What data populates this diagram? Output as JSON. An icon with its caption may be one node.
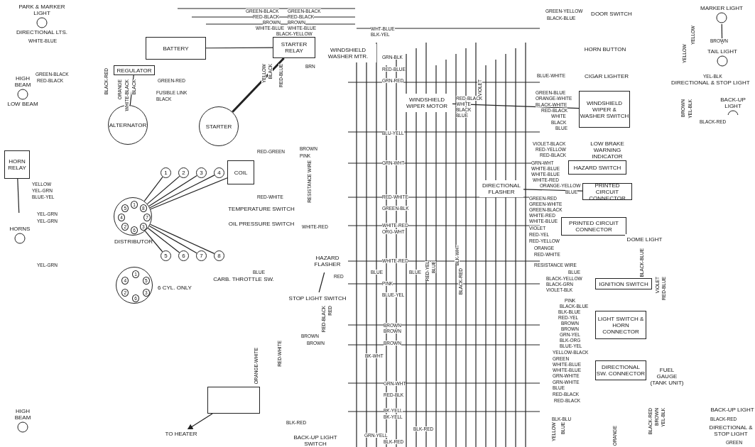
{
  "diagram": {
    "nodes": [
      {
        "text": [
          "PARK & MARKER LIGHT",
          "DIRECTIONAL LTS."
        ]
      },
      {
        "text": [
          "HIGH BEAM",
          "LOW BEAM"
        ]
      },
      {
        "text": [
          "BATTERY"
        ]
      },
      {
        "text": [
          "REGULATOR"
        ]
      },
      {
        "text": [
          "ALTERNATOR"
        ]
      },
      {
        "text": [
          "STARTER"
        ]
      },
      {
        "text": [
          "STARTER RELAY"
        ]
      },
      {
        "text": [
          "WINDSHIELD WASHER MTR."
        ]
      },
      {
        "text": [
          "HORN RELAY"
        ]
      },
      {
        "text": [
          "HORNS"
        ]
      },
      {
        "text": [
          "COIL"
        ]
      },
      {
        "text": [
          "1",
          "8",
          "7",
          "3",
          "6",
          "2",
          "4",
          "5"
        ],
        "beside": [
          "DISTRIBUTOR"
        ]
      },
      {
        "text": [
          "1"
        ]
      },
      {
        "text": [
          "2"
        ]
      },
      {
        "text": [
          "3"
        ]
      },
      {
        "text": [
          "4"
        ]
      },
      {
        "text": [
          "5"
        ]
      },
      {
        "text": [
          "6"
        ]
      },
      {
        "text": [
          "7"
        ]
      },
      {
        "text": [
          "8"
        ]
      },
      {
        "text": [
          "TEMPERATURE SWITCH"
        ]
      },
      {
        "text": [
          "OIL PRESSURE SWITCH"
        ]
      },
      {
        "text": [
          "1",
          "5",
          "3",
          "6",
          "2",
          "4"
        ],
        "beside": [
          "6 CYL. ONLY"
        ]
      },
      {
        "text": [
          "CARB. THROTTLE SW."
        ]
      },
      {
        "text": [
          "HAZARD FLASHER"
        ]
      },
      {
        "text": [
          "STOP LIGHT SWITCH"
        ]
      },
      {
        "text": [
          "WINDSHIELD WIPER MOTOR"
        ]
      },
      {
        "text": [
          "DOOR SWITCH"
        ]
      },
      {
        "text": [
          "HORN BUTTON"
        ]
      },
      {
        "text": [
          "CIGAR LIGHTER"
        ]
      },
      {
        "text": [
          "WINDSHIELD WIPER & WASHER SWITCH"
        ]
      },
      {
        "text": [
          "LOW BRAKE WARNING INDICATOR"
        ]
      },
      {
        "text": [
          "HAZARD SWITCH"
        ]
      },
      {
        "text": [
          "DIRECTIONAL FLASHER"
        ]
      },
      {
        "text": [
          "PRINTED CIRCUIT CONNECTOR"
        ]
      },
      {
        "text": [
          "PRINTED CIRCUIT CONNECTOR"
        ]
      },
      {
        "text": [
          "IGNITION SWITCH"
        ]
      },
      {
        "text": [
          "LIGHT SWITCH & HORN CONNECTOR"
        ]
      },
      {
        "text": [
          "DIRECTIONAL SW. CONNECTOR"
        ]
      },
      {
        "text": [
          "FUEL GAUGE (TANK UNIT)"
        ]
      },
      {
        "text": [
          "DOME LIGHT"
        ]
      },
      {
        "text": [
          "MARKER LIGHT"
        ]
      },
      {
        "text": [
          "TAIL LIGHT"
        ],
        "beside": [
          "DIRECTIONAL & STOP LIGHT"
        ]
      },
      {
        "text": [
          "BACK-UP LIGHT"
        ]
      },
      {
        "text": [
          "HIGH BEAM"
        ]
      },
      {
        "text": [
          "TO HEATER"
        ]
      },
      {
        "text": [],
        "shape": "box"
      },
      {
        "text": [
          "BACK-UP LIGHT SWITCH"
        ]
      },
      {
        "text": [
          "BACK-UP LIGHT"
        ]
      },
      {
        "text": [
          "DIRECTIONAL & STOP LIGHT"
        ]
      }
    ],
    "edges": [
      {
        "from": 2,
        "to": 6,
        "arrow": "none"
      },
      {
        "from": 6,
        "to": 5,
        "arrow": "none",
        "style": "thick"
      },
      {
        "from": 3,
        "to": 4,
        "arrow": "none"
      },
      {
        "from": 10,
        "to": 11,
        "arrow": "none"
      },
      {
        "from": 11,
        "to": 12,
        "arrow": "none"
      },
      {
        "from": 11,
        "to": 13,
        "arrow": "none"
      },
      {
        "from": 11,
        "to": 14,
        "arrow": "none"
      },
      {
        "from": 11,
        "to": 15,
        "arrow": "none"
      },
      {
        "from": 11,
        "to": 16,
        "arrow": "none"
      },
      {
        "from": 11,
        "to": 17,
        "arrow": "none"
      },
      {
        "from": 11,
        "to": 18,
        "arrow": "none"
      },
      {
        "from": 11,
        "to": 19,
        "arrow": "none"
      },
      {
        "from": 8,
        "to": 9,
        "arrow": "none"
      },
      {
        "from": 46,
        "to": 45,
        "arrow": "to"
      },
      {
        "from": 41,
        "to": 42,
        "arrow": "none"
      },
      {
        "from": 26,
        "to": 30,
        "arrow": "none"
      },
      {
        "from": 25,
        "to": 24,
        "arrow": "none"
      },
      {
        "from": 33,
        "to": 34,
        "arrow": "none"
      }
    ],
    "labels": [
      "WHITE-BLUE",
      "GREEN-BLACK",
      "RED-BLACK",
      "BLACK-RED",
      "ORANGE",
      "WHITE-BLACK",
      "BLACK",
      "FUSIBLE LINK",
      "BLACK",
      "GREEN-RED",
      "YELLOW",
      "YEL-GRN",
      "BLUE-YEL",
      "YEL-GRN",
      "YEL-GRN",
      "YEL-GRN",
      "GREEN-BLACK",
      "RED-BLACK",
      "BROWN",
      "WHITE-BLUE",
      "GREEN-BLACK",
      "RED-BLACK",
      "BROWN",
      "WHITE-BLUE",
      "BLACK-YELLOW",
      "YELLOW",
      "BLACK",
      "RED-BLUE",
      "BRN",
      "WHT-BLUE",
      "BLK-YEL",
      "GRN-BLK",
      "RED-BLUE",
      "GRN-RED",
      "VIOLET",
      "RED-BLACK",
      "WHITE",
      "BLACK",
      "BLUE",
      "BLU-YELL",
      "RED-GREEN",
      "BROWN",
      "PINK",
      "RESISTANCE WIRE",
      "GRN-WHT",
      "RED-WHITE",
      "RED-WHITE",
      "GREEN-BLK",
      "WHITE-RED",
      "WHITE-RED",
      "ORG-WHT",
      "GREEN-YELLOW",
      "BLACK-BLUE",
      "BLUE-WHITE",
      "GREEN-BLUE",
      "ORANGE-WHITE",
      "BLACK-WHITE",
      "RED-BLACK",
      "WHITE",
      "BLACK",
      "BLUE",
      "VIOLET-BLACK",
      "RED-YELLOW",
      "RED-BLACK",
      "GRN-WHT",
      "WHITE-BLUE",
      "WHITE-BLUE",
      "WHITE-RED",
      "ORANGE-YELLOW",
      "BLUE",
      "GREEN-RED",
      "GREEN-WHITE",
      "GREEN-BLACK",
      "WHITE-RED",
      "WHITE-BLUE",
      "VIOLET",
      "RED-YEL",
      "RED-YELLOW",
      "ORANGE",
      "RED-WHITE",
      "RESISTANCE WIRE",
      "BLUE",
      "VIOLET",
      "RED-BLUE",
      "BLACK-YELLOW",
      "BLACK-GRN",
      "VIOLET-BLK",
      "PINK",
      "BLACK-BLUE",
      "BLK-BLUE",
      "RED-YEL",
      "BROWN",
      "BROWN",
      "GRN-YEL",
      "BLK-ORG",
      "BLUE-YEL",
      "YELLOW-BLACK",
      "GREEN",
      "WHITE-BLUE",
      "WHITE-BLUE",
      "GRN-WHITE",
      "GRN-WHITE",
      "BLUE",
      "RED-BLACK",
      "RED-BLACK",
      "BLK-BLU",
      "ORANGE",
      "BLACK-BLUE",
      "YELLOW",
      "YELLOW",
      "BROWN",
      "YEL-BLK",
      "BROWN",
      "YEL-BLK",
      "BLACK-RED",
      "BLACK-RED",
      "GREEN",
      "YELLOW",
      "BLUE",
      "BLACK-RED",
      "BROWN",
      "YEL-BLK",
      "BLUE",
      "BLUE",
      "BLUE",
      "RED",
      "WHITE-RED",
      "PINK",
      "BLUE-YEL",
      "RED-BLACK",
      "RED",
      "RED-WHITE",
      "ORANGE-WHITE",
      "BROWN",
      "BROWN",
      "BROWN",
      "BROWN",
      "BROWN",
      "BK-WHT",
      "GRN-WHT",
      "RED-BLK",
      "BK-YELL",
      "BK-YELL",
      "BLK-RED",
      "GRN-YELL",
      "BLK-RED",
      "BLK-RED",
      "RED-YEL",
      "BLUE",
      "BLACK-RED",
      "BLK-WHT"
    ]
  }
}
